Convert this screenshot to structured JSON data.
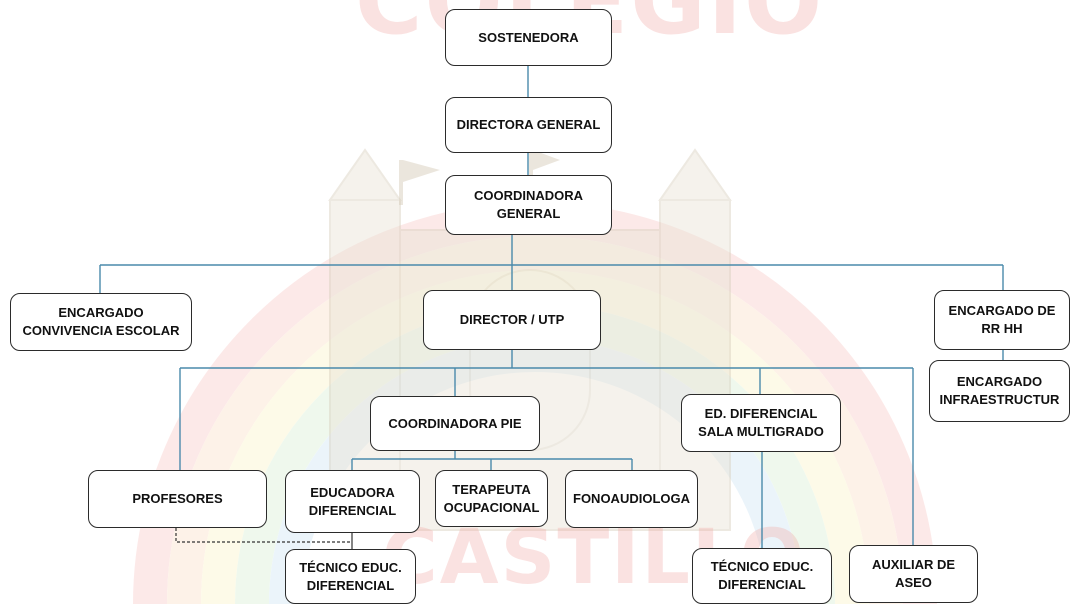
{
  "watermark": {
    "logo_text_top": "COLEGIO",
    "logo_text_bottom": "CASTILLO"
  },
  "colors": {
    "connector": "#4a8aab",
    "box_border": "#2b2b2b",
    "rainbow": [
      "#f7b3b0",
      "#f9d2ae",
      "#f8efb0",
      "#c9e8c2",
      "#b9daf0"
    ]
  },
  "nodes": {
    "sostenedora": "SOSTENEDORA",
    "directora_general": "DIRECTORA GENERAL",
    "coordinadora_general": "COORDINADORA\nGENERAL",
    "encargado_convivencia": "ENCARGADO\nCONVIVENCIA ESCOLAR",
    "director_utp": "DIRECTOR / UTP",
    "encargado_rrhh": "ENCARGADO DE\nRR HH",
    "encargado_infraestructura": "ENCARGADO\nINFRAESTRUCTUR",
    "coordinadora_pie": "COORDINADORA PIE",
    "ed_diferencial_multigrado": "ED. DIFERENCIAL\nSALA MULTIGRADO",
    "profesores": "PROFESORES",
    "educadora_diferencial": "EDUCADORA\nDIFERENCIAL",
    "terapeuta_ocupacional": "TERAPEUTA\nOCUPACIONAL",
    "fonoaudiologa": "FONOAUDIOLOGA",
    "tecnico_educ_diferencial_pie": "TÉCNICO EDUC.\nDIFERENCIAL",
    "tecnico_educ_diferencial_multigrado": "TÉCNICO EDUC.\nDIFERENCIAL",
    "auxiliar_aseo": "AUXILIAR DE\nASEO"
  }
}
